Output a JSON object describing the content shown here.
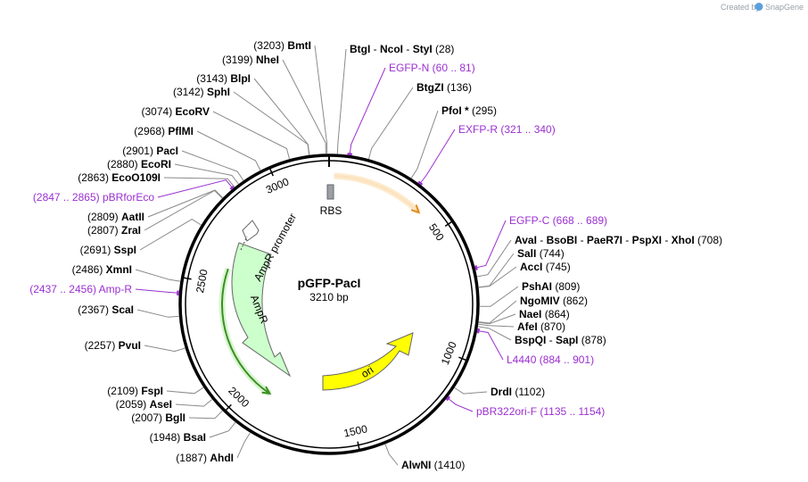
{
  "credit": {
    "text": "Created by",
    "brand": "SnapGene"
  },
  "plasmid": {
    "name": "pGFP-PacI",
    "size_label": "3210 bp",
    "length": 3210
  },
  "ticks": [
    {
      "pos": 500,
      "label": "500"
    },
    {
      "pos": 1000,
      "label": "1000"
    },
    {
      "pos": 1500,
      "label": "1500"
    },
    {
      "pos": 2000,
      "label": "2000"
    },
    {
      "pos": 2500,
      "label": "2500"
    },
    {
      "pos": 3000,
      "label": "3000"
    }
  ],
  "features": [
    {
      "id": "rbs",
      "label": "RBS"
    },
    {
      "id": "ori",
      "label": "ori"
    },
    {
      "id": "ampr",
      "label": "AmpR"
    },
    {
      "id": "ampr_promoter",
      "label": "AmpR promoter"
    }
  ],
  "sites": [
    {
      "id": "btgi",
      "segments": [
        {
          "t": "BtgI",
          "b": true
        },
        {
          "t": "  -  "
        },
        {
          "t": "NcoI",
          "b": true
        },
        {
          "t": "  -  "
        },
        {
          "t": "StyI",
          "b": true
        },
        {
          "t": "   (28)"
        }
      ],
      "pos": 28,
      "type": "enzyme"
    },
    {
      "id": "egfp-n",
      "segments": [
        {
          "t": "EGFP-N"
        },
        {
          "t": "    (60 .. 81)"
        }
      ],
      "pos": 70,
      "type": "primer"
    },
    {
      "id": "btgzi",
      "segments": [
        {
          "t": "BtgZI",
          "b": true
        },
        {
          "t": "    (136)"
        }
      ],
      "pos": 136,
      "type": "enzyme"
    },
    {
      "id": "pfoi",
      "segments": [
        {
          "t": "PfoI *",
          "b": true
        },
        {
          "t": "   (295)"
        }
      ],
      "pos": 295,
      "type": "enzyme"
    },
    {
      "id": "exfp-r",
      "segments": [
        {
          "t": "EXFP-R"
        },
        {
          "t": "    (321 .. 340)"
        }
      ],
      "pos": 330,
      "type": "primer"
    },
    {
      "id": "egfp-c",
      "segments": [
        {
          "t": "EGFP-C"
        },
        {
          "t": "    (668 .. 689)"
        }
      ],
      "pos": 678,
      "type": "primer"
    },
    {
      "id": "avai",
      "segments": [
        {
          "t": "AvaI",
          "b": true
        },
        {
          "t": "  -  "
        },
        {
          "t": "BsoBI",
          "b": true
        },
        {
          "t": "  -  "
        },
        {
          "t": "PaeR7I",
          "b": true
        },
        {
          "t": "  -  "
        },
        {
          "t": "PspXI",
          "b": true
        },
        {
          "t": "  -  "
        },
        {
          "t": "XhoI",
          "b": true
        },
        {
          "t": "   (708)"
        }
      ],
      "pos": 708,
      "type": "enzyme"
    },
    {
      "id": "sali",
      "segments": [
        {
          "t": "SalI",
          "b": true
        },
        {
          "t": "   (744)"
        }
      ],
      "pos": 744,
      "type": "enzyme"
    },
    {
      "id": "acci",
      "segments": [
        {
          "t": "AccI",
          "b": true
        },
        {
          "t": "   (745)"
        }
      ],
      "pos": 745,
      "type": "enzyme"
    },
    {
      "id": "pshai",
      "segments": [
        {
          "t": "PshAI",
          "b": true
        },
        {
          "t": "   (809)"
        }
      ],
      "pos": 809,
      "type": "enzyme"
    },
    {
      "id": "ngomiv",
      "segments": [
        {
          "t": "NgoMIV",
          "b": true
        },
        {
          "t": "   (862)"
        }
      ],
      "pos": 862,
      "type": "enzyme"
    },
    {
      "id": "naei",
      "segments": [
        {
          "t": "NaeI",
          "b": true
        },
        {
          "t": "   (864)"
        }
      ],
      "pos": 864,
      "type": "enzyme"
    },
    {
      "id": "afei",
      "segments": [
        {
          "t": "AfeI",
          "b": true
        },
        {
          "t": "   (870)"
        }
      ],
      "pos": 870,
      "type": "enzyme"
    },
    {
      "id": "bspqi",
      "segments": [
        {
          "t": "BspQI",
          "b": true
        },
        {
          "t": "  -  "
        },
        {
          "t": "SapI",
          "b": true
        },
        {
          "t": "   (878)"
        }
      ],
      "pos": 878,
      "type": "enzyme"
    },
    {
      "id": "l4440",
      "segments": [
        {
          "t": "L4440"
        },
        {
          "t": "    (884 .. 901)"
        }
      ],
      "pos": 892,
      "type": "primer"
    },
    {
      "id": "drdi",
      "segments": [
        {
          "t": "DrdI",
          "b": true
        },
        {
          "t": "   (1102)"
        }
      ],
      "pos": 1102,
      "type": "enzyme"
    },
    {
      "id": "pbr322ori-f",
      "segments": [
        {
          "t": "pBR322ori-F"
        },
        {
          "t": "    (1135 .. 1154)"
        }
      ],
      "pos": 1144,
      "type": "primer"
    },
    {
      "id": "alwni",
      "segments": [
        {
          "t": "AlwNI",
          "b": true
        },
        {
          "t": "   (1410)"
        }
      ],
      "pos": 1410,
      "type": "enzyme"
    },
    {
      "id": "ahdi",
      "segments": [
        {
          "t": "(1887)   "
        },
        {
          "t": "AhdI",
          "b": true
        }
      ],
      "pos": 1887,
      "type": "enzyme"
    },
    {
      "id": "bsai",
      "segments": [
        {
          "t": "(1948)   "
        },
        {
          "t": "BsaI",
          "b": true
        }
      ],
      "pos": 1948,
      "type": "enzyme"
    },
    {
      "id": "bgli",
      "segments": [
        {
          "t": "(2007)   "
        },
        {
          "t": "BglI",
          "b": true
        }
      ],
      "pos": 2007,
      "type": "enzyme"
    },
    {
      "id": "asei",
      "segments": [
        {
          "t": "(2059)   "
        },
        {
          "t": "AseI",
          "b": true
        }
      ],
      "pos": 2059,
      "type": "enzyme"
    },
    {
      "id": "fspi",
      "segments": [
        {
          "t": "(2109)   "
        },
        {
          "t": "FspI",
          "b": true
        }
      ],
      "pos": 2109,
      "type": "enzyme"
    },
    {
      "id": "pvui",
      "segments": [
        {
          "t": "(2257)   "
        },
        {
          "t": "PvuI",
          "b": true
        }
      ],
      "pos": 2257,
      "type": "enzyme"
    },
    {
      "id": "scai",
      "segments": [
        {
          "t": "(2367)   "
        },
        {
          "t": "ScaI",
          "b": true
        }
      ],
      "pos": 2367,
      "type": "enzyme"
    },
    {
      "id": "amp-r",
      "segments": [
        {
          "t": "(2437 .. 2456)    "
        },
        {
          "t": "Amp-R"
        }
      ],
      "pos": 2446,
      "type": "primer"
    },
    {
      "id": "xmni",
      "segments": [
        {
          "t": "(2486)   "
        },
        {
          "t": "XmnI",
          "b": true
        }
      ],
      "pos": 2486,
      "type": "enzyme"
    },
    {
      "id": "sspi",
      "segments": [
        {
          "t": "(2691)   "
        },
        {
          "t": "SspI",
          "b": true
        }
      ],
      "pos": 2691,
      "type": "enzyme"
    },
    {
      "id": "zrai",
      "segments": [
        {
          "t": "(2807)   "
        },
        {
          "t": "ZraI",
          "b": true
        }
      ],
      "pos": 2807,
      "type": "enzyme"
    },
    {
      "id": "aatii",
      "segments": [
        {
          "t": "(2809)   "
        },
        {
          "t": "AatII",
          "b": true
        }
      ],
      "pos": 2809,
      "type": "enzyme"
    },
    {
      "id": "pbrforeco",
      "segments": [
        {
          "t": "(2847 .. 2865)    "
        },
        {
          "t": "pBRforEco"
        }
      ],
      "pos": 2856,
      "type": "primer"
    },
    {
      "id": "ecoo109i",
      "segments": [
        {
          "t": "(2863)   "
        },
        {
          "t": "EcoO109I",
          "b": true
        }
      ],
      "pos": 2863,
      "type": "enzyme"
    },
    {
      "id": "ecori",
      "segments": [
        {
          "t": "(2880)   "
        },
        {
          "t": "EcoRI",
          "b": true
        }
      ],
      "pos": 2880,
      "type": "enzyme"
    },
    {
      "id": "paci",
      "segments": [
        {
          "t": "(2901)   "
        },
        {
          "t": "PacI",
          "b": true
        }
      ],
      "pos": 2901,
      "type": "enzyme"
    },
    {
      "id": "pflmi",
      "segments": [
        {
          "t": "(2968)   "
        },
        {
          "t": "PflMI",
          "b": true
        }
      ],
      "pos": 2968,
      "type": "enzyme"
    },
    {
      "id": "ecorv",
      "segments": [
        {
          "t": "(3074)   "
        },
        {
          "t": "EcoRV",
          "b": true
        }
      ],
      "pos": 3074,
      "type": "enzyme"
    },
    {
      "id": "sphi",
      "segments": [
        {
          "t": "(3142)   "
        },
        {
          "t": "SphI",
          "b": true
        }
      ],
      "pos": 3142,
      "type": "enzyme"
    },
    {
      "id": "blpi",
      "segments": [
        {
          "t": "(3143)   "
        },
        {
          "t": "BlpI",
          "b": true
        }
      ],
      "pos": 3143,
      "type": "enzyme"
    },
    {
      "id": "nhei",
      "segments": [
        {
          "t": "(3199)   "
        },
        {
          "t": "NheI",
          "b": true
        }
      ],
      "pos": 3199,
      "type": "enzyme"
    },
    {
      "id": "bmti",
      "segments": [
        {
          "t": "(3203)   "
        },
        {
          "t": "BmtI",
          "b": true
        }
      ],
      "pos": 3203,
      "type": "enzyme"
    }
  ]
}
